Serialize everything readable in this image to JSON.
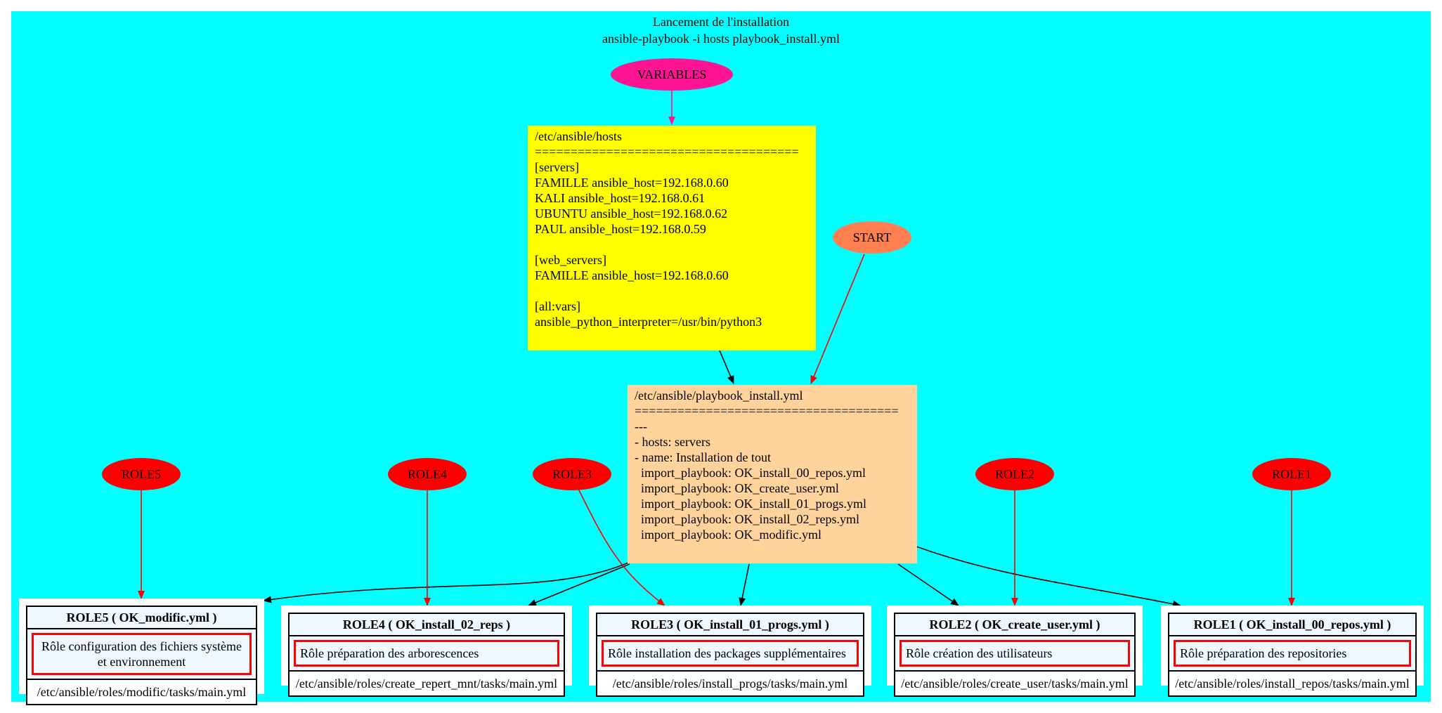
{
  "graph_title": {
    "line1": "Lancement de l'installation",
    "line2": "ansible-playbook -i hosts playbook_install.yml"
  },
  "colors": {
    "background": "#00ffff",
    "variables_node": "#ff1493",
    "start_node": "#ff7f50",
    "role_node": "#ff0000",
    "hosts_box": "#ffff00",
    "playbook_box": "#ffd39b",
    "role_table_bg": "#f0f8ff",
    "role_desc_border": "#ff0000",
    "edge_black": "#000000",
    "edge_red": "#ff0000",
    "edge_pink": "#ff1493"
  },
  "nodes": {
    "variables": "VARIABLES",
    "start": "START",
    "role1": "ROLE1",
    "role2": "ROLE2",
    "role3": "ROLE3",
    "role4": "ROLE4",
    "role5": "ROLE5"
  },
  "hosts_box": {
    "lines": [
      "/etc/ansible/hosts",
      "=====================================",
      "[servers]",
      "FAMILLE ansible_host=192.168.0.60",
      "KALI ansible_host=192.168.0.61",
      "UBUNTU ansible_host=192.168.0.62",
      "PAUL ansible_host=192.168.0.59",
      "",
      "[web_servers]",
      "FAMILLE ansible_host=192.168.0.60",
      "",
      "[all:vars]",
      "ansible_python_interpreter=/usr/bin/python3"
    ]
  },
  "playbook_box": {
    "lines": [
      "/etc/ansible/playbook_install.yml",
      "=====================================",
      "---",
      "- hosts: servers",
      "- name: Installation de tout",
      "  import_playbook: OK_install_00_repos.yml",
      "  import_playbook: OK_create_user.yml",
      "  import_playbook: OK_install_01_progs.yml",
      "  import_playbook: OK_install_02_reps.yml",
      "  import_playbook: OK_modific.yml"
    ]
  },
  "roles": {
    "role5": {
      "title": "ROLE5 ( OK_modific.yml )",
      "description": "Rôle configuration des fichiers système et environnement",
      "path": "/etc/ansible/roles/modific/tasks/main.yml"
    },
    "role4": {
      "title": "ROLE4 ( OK_install_02_reps )",
      "description": "Rôle préparation des arborescences",
      "path": "/etc/ansible/roles/create_repert_mnt/tasks/main.yml"
    },
    "role3": {
      "title": "ROLE3 ( OK_install_01_progs.yml )",
      "description": "Rôle installation des packages supplémentaires",
      "path": "/etc/ansible/roles/install_progs/tasks/main.yml"
    },
    "role2": {
      "title": "ROLE2 ( OK_create_user.yml )",
      "description": "Rôle création des utilisateurs",
      "path": "/etc/ansible/roles/create_user/tasks/main.yml"
    },
    "role1": {
      "title": "ROLE1 ( OK_install_00_repos.yml )",
      "description": "Rôle préparation des repositories",
      "path": "/etc/ansible/roles/install_repos/tasks/main.yml"
    }
  }
}
